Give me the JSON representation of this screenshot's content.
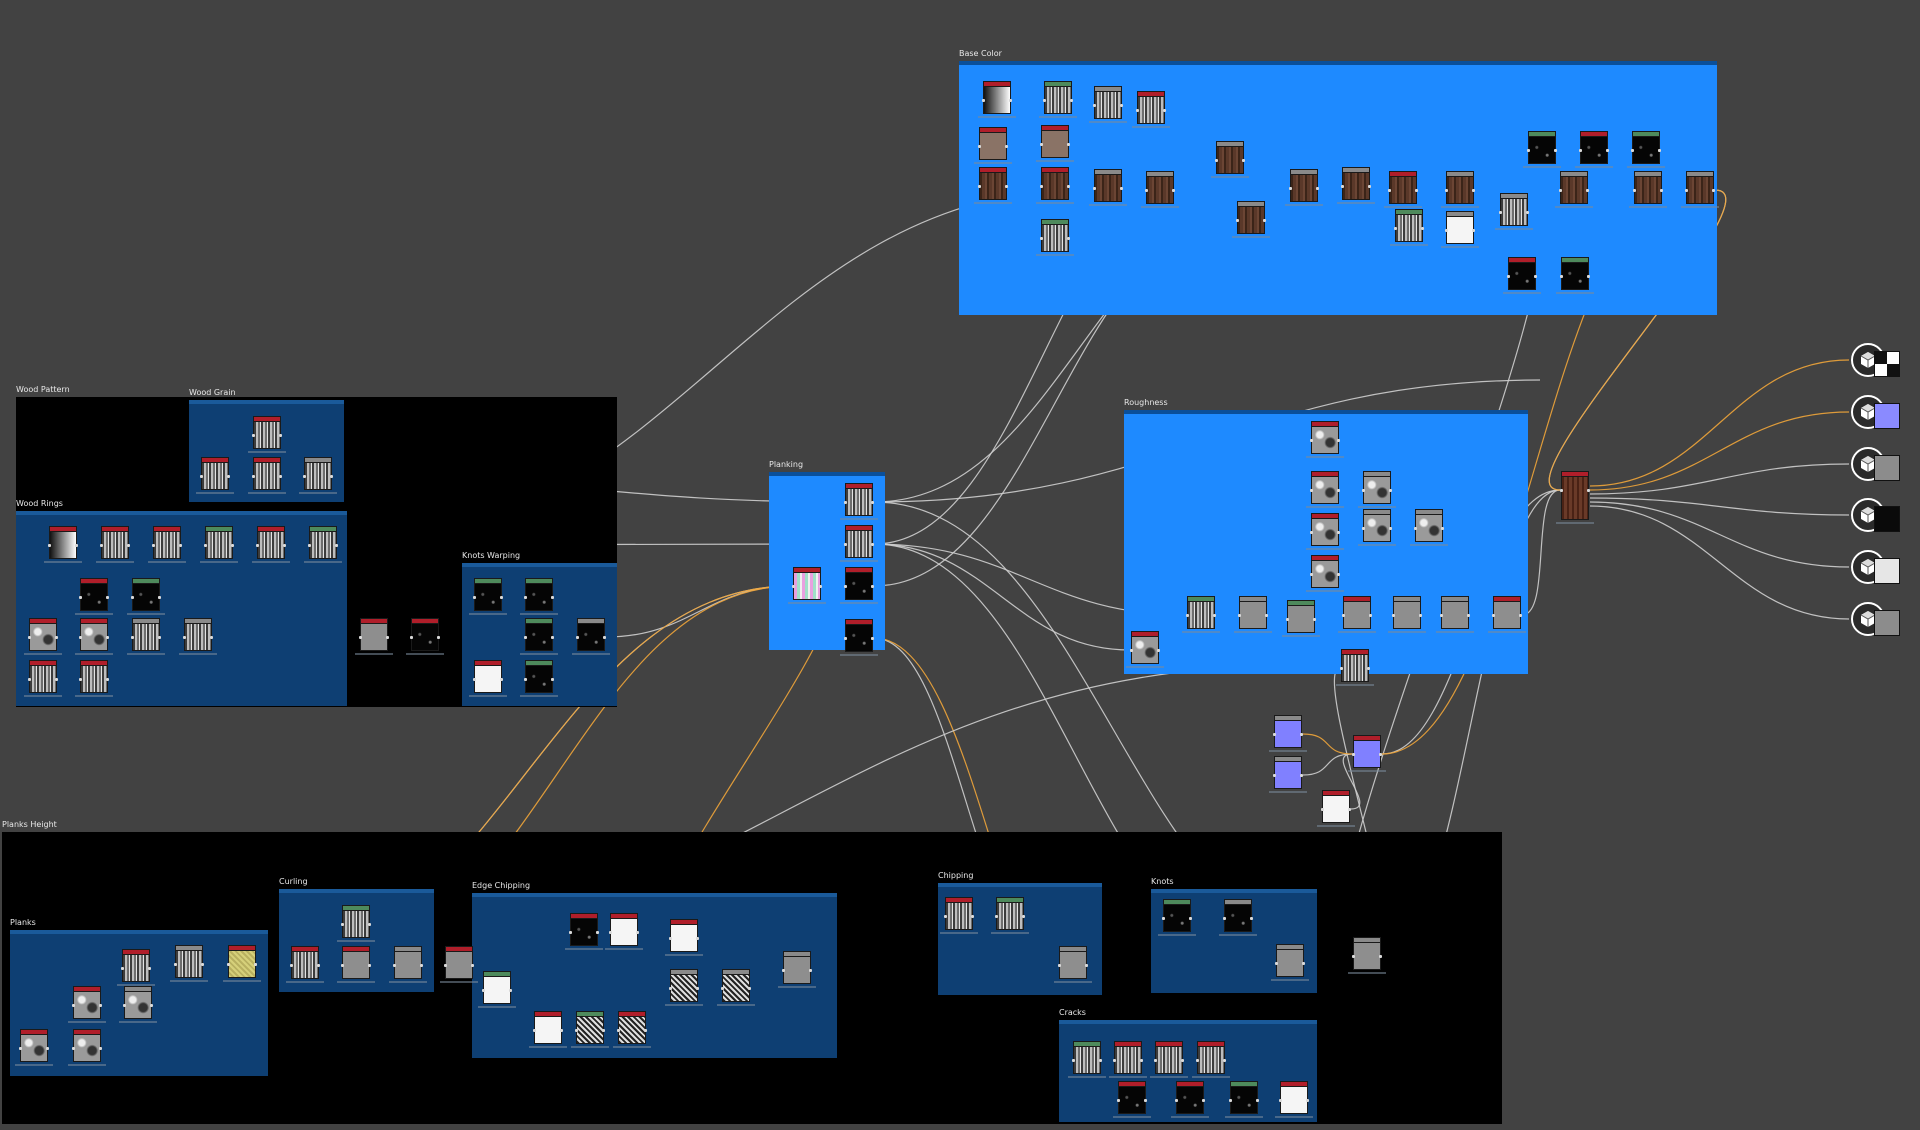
{
  "graph": {
    "frames": [
      {
        "id": "base-color",
        "title": "Base Color"
      },
      {
        "id": "roughness",
        "title": "Roughness"
      },
      {
        "id": "wood-pattern",
        "title": "Wood Pattern"
      },
      {
        "id": "wood-grain",
        "title": "Wood Grain"
      },
      {
        "id": "wood-rings",
        "title": "Wood Rings"
      },
      {
        "id": "knots-warping",
        "title": "Knots Warping"
      },
      {
        "id": "planking",
        "title": "Planking"
      },
      {
        "id": "planks-height",
        "title": "Planks Height"
      },
      {
        "id": "planks",
        "title": "Planks"
      },
      {
        "id": "curling",
        "title": "Curling"
      },
      {
        "id": "edge-chipping",
        "title": "Edge Chipping"
      },
      {
        "id": "chipping",
        "title": "Chipping"
      },
      {
        "id": "knots",
        "title": "Knots"
      },
      {
        "id": "cracks",
        "title": "Cracks"
      }
    ],
    "outputs": [
      {
        "icon": "cube-icon",
        "swatch": "checker"
      },
      {
        "icon": "cube-icon",
        "swatch": "#8a8aff"
      },
      {
        "icon": "cube-icon",
        "swatch": "#8c8c8c"
      },
      {
        "icon": "cube-icon",
        "swatch": "#0a0a0a"
      },
      {
        "icon": "cube-icon",
        "swatch": "#e6e6e6"
      },
      {
        "icon": "cube-icon",
        "swatch": "#8c8c8c"
      }
    ]
  },
  "colors": {
    "canvas": "#424242",
    "frame_light": "#1e8aff",
    "frame_dark": "#0e3f73",
    "frame_black": "#000000",
    "link_default": "#cfcfcf",
    "link_orange": "#f0a53a",
    "header_red": "#b01e2a",
    "header_green": "#4e8a5c",
    "header_gray": "#8a8a8a"
  }
}
